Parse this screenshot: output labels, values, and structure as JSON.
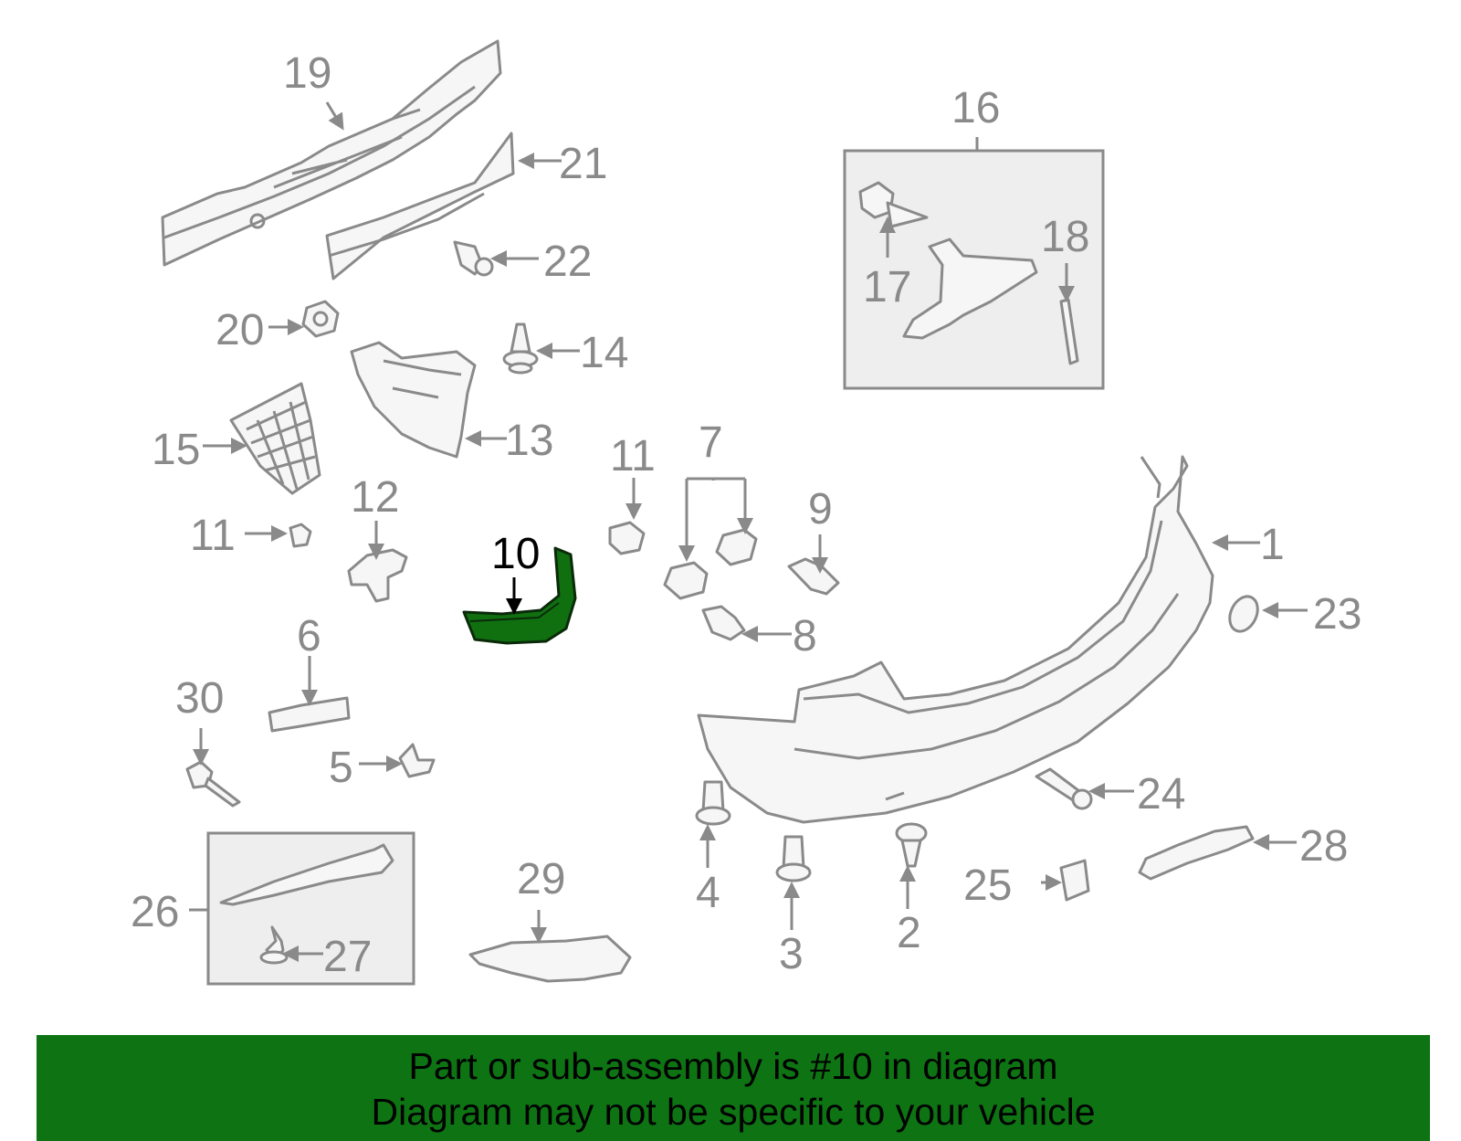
{
  "diagram": {
    "highlight_color": "#107010",
    "highlighted_callout": "10",
    "callouts": {
      "c1": "1",
      "c2": "2",
      "c3": "3",
      "c4": "4",
      "c5": "5",
      "c6": "6",
      "c7": "7",
      "c8": "8",
      "c9": "9",
      "c10": "10",
      "c11a": "11",
      "c11b": "11",
      "c12": "12",
      "c13": "13",
      "c14": "14",
      "c15": "15",
      "c16": "16",
      "c17": "17",
      "c18": "18",
      "c19": "19",
      "c20": "20",
      "c21": "21",
      "c22": "22",
      "c23": "23",
      "c24": "24",
      "c25": "25",
      "c26": "26",
      "c27": "27",
      "c28": "28",
      "c29": "29",
      "c30": "30"
    }
  },
  "banner": {
    "line1": "Part or sub-assembly is #10 in diagram",
    "line2": "Diagram may not be specific to your vehicle",
    "background": "#0e7413"
  }
}
